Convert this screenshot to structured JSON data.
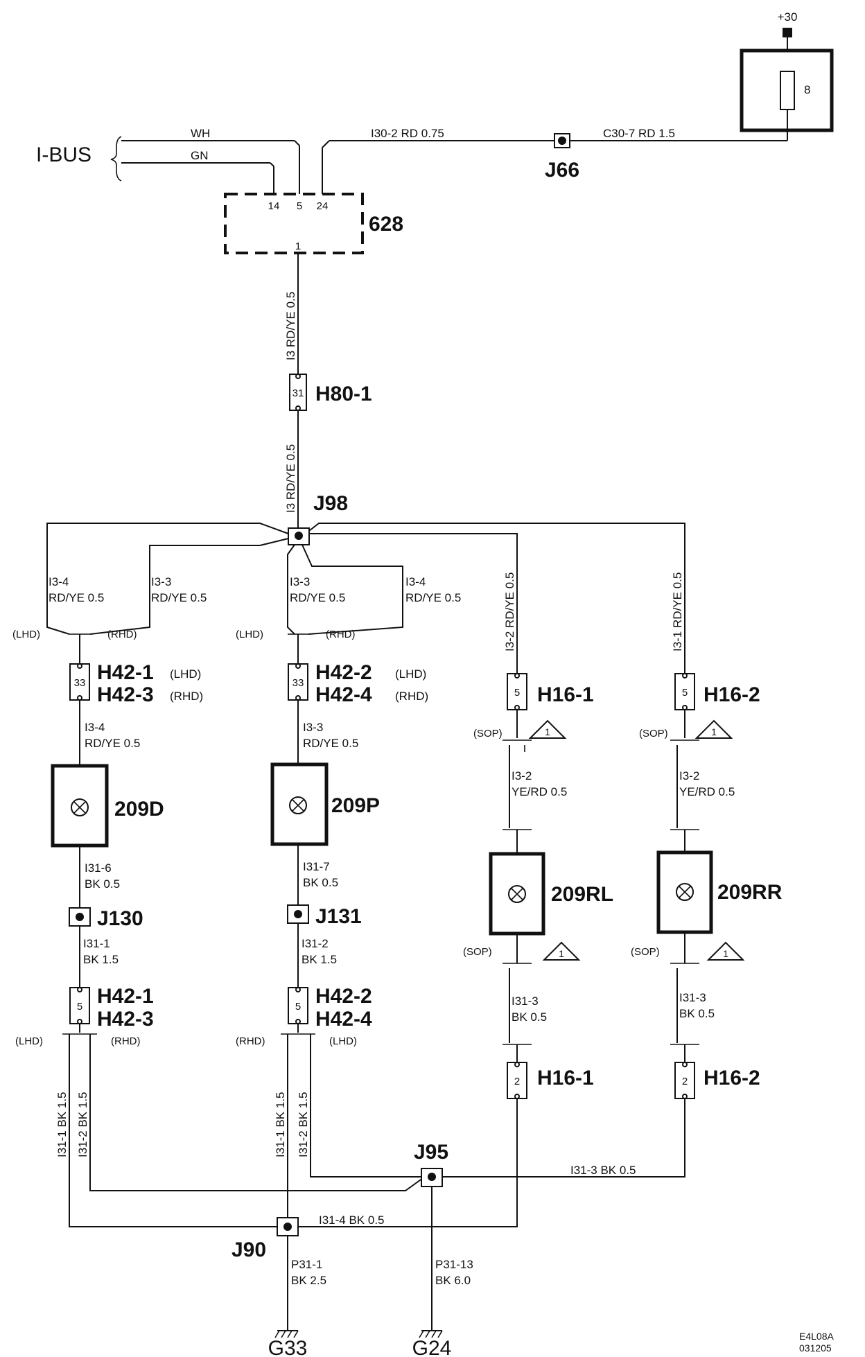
{
  "supply": {
    "label": "+30",
    "fuse_number": "8"
  },
  "ibus": {
    "label": "I-BUS",
    "wire1": "WH",
    "wire2": "GN"
  },
  "wires_top": {
    "a": "I30-2  RD  0.75",
    "b": "C30-7  RD  1.5"
  },
  "junction_j66": "J66",
  "module_628": {
    "label": "628",
    "pin14": "14",
    "pin5": "5",
    "pin24": "24",
    "pin1": "1"
  },
  "trunk": {
    "upper": "I3  RD/YE  0.5",
    "lower": "I3  RD/YE  0.5"
  },
  "conn_h80": {
    "label": "H80-1",
    "pin": "31"
  },
  "junction_j98": "J98",
  "branch_left": {
    "w1_id": "I3-4",
    "w1_spec": "RD/YE  0.5",
    "w2_id": "I3-3",
    "w2_spec": "RD/YE   0.5",
    "lhd": "(LHD)",
    "rhd": "(RHD)",
    "conn_a": "H42-1",
    "conn_a_tag": "(LHD)",
    "conn_b": "H42-3",
    "conn_b_tag": "(RHD)",
    "conn_pin": "33",
    "wire_below_id": "I3-4",
    "wire_below_spec": "RD/YE  0.5",
    "lamp": "209D",
    "wire_gnd_id": "I31-6",
    "wire_gnd_spec": "BK  0.5",
    "junction": "J130",
    "wire_j_id": "I31-1",
    "wire_j_spec": "BK   1.5",
    "conn2_a": "H42-1",
    "conn2_b": "H42-3",
    "conn2_pin": "5",
    "lhd2": "(LHD)",
    "rhd2": "(RHD)",
    "wire_v1": "I31-1  BK  1.5",
    "wire_v2": "I31-2  BK  1.5"
  },
  "branch_mid": {
    "w1_id": "I3-3",
    "w1_spec": "RD/YE   0.5",
    "w2_id": "I3-4",
    "w2_spec": "RD/YE   0.5",
    "lhd": "(LHD)",
    "rhd": "(RHD)",
    "conn_a": "H42-2",
    "conn_a_tag": "(LHD)",
    "conn_b": "H42-4",
    "conn_b_tag": "(RHD)",
    "conn_pin": "33",
    "wire_below_id": "I3-3",
    "wire_below_spec": "RD/YE  0.5",
    "lamp": "209P",
    "wire_gnd_id": "I31-7",
    "wire_gnd_spec": "BK  0.5",
    "junction": "J131",
    "wire_j_id": "I31-2",
    "wire_j_spec": "BK   1.5",
    "conn2_a": "H42-2",
    "conn2_b": "H42-4",
    "conn2_pin": "5",
    "rhd2": "(RHD)",
    "lhd2": "(LHD)",
    "wire_v1": "I31-1  BK  1.5",
    "wire_v2": "I31-2  BK  1.5"
  },
  "branch_rl": {
    "wire_top": "I3-2  RD/YE  0.5",
    "conn": "H16-1",
    "conn_pin": "5",
    "sop": "(SOP)",
    "note": "1",
    "wire_mid_id": "I3-2",
    "wire_mid_spec": "YE/RD  0.5",
    "lamp": "209RL",
    "sop2": "(SOP)",
    "note2": "1",
    "wire_low_id": "I31-3",
    "wire_low_spec": "BK  0.5",
    "conn2": "H16-1",
    "conn2_pin": "2"
  },
  "branch_rr": {
    "wire_top": "I3-1  RD/YE  0.5",
    "conn": "H16-2",
    "conn_pin": "5",
    "sop": "(SOP)",
    "note": "1",
    "wire_mid_id": "I3-2",
    "wire_mid_spec": "YE/RD  0.5",
    "lamp": "209RR",
    "sop2": "(SOP)",
    "note2": "1",
    "wire_low_id": "I31-3",
    "wire_low_spec": "BK  0.5",
    "conn2": "H16-2",
    "conn2_pin": "2"
  },
  "ground": {
    "j95": "J95",
    "j90": "J90",
    "w_j95": "I31-3  BK    0.5",
    "w_j90": "I31-4  BK    0.5",
    "p1_id": "P31-1",
    "p1_spec": "BK   2.5",
    "p2_id": "P31-13",
    "p2_spec": "BK   6.0",
    "g33": "G33",
    "g24": "G24"
  },
  "footer": {
    "code": "E4L08A",
    "date": "031205"
  }
}
